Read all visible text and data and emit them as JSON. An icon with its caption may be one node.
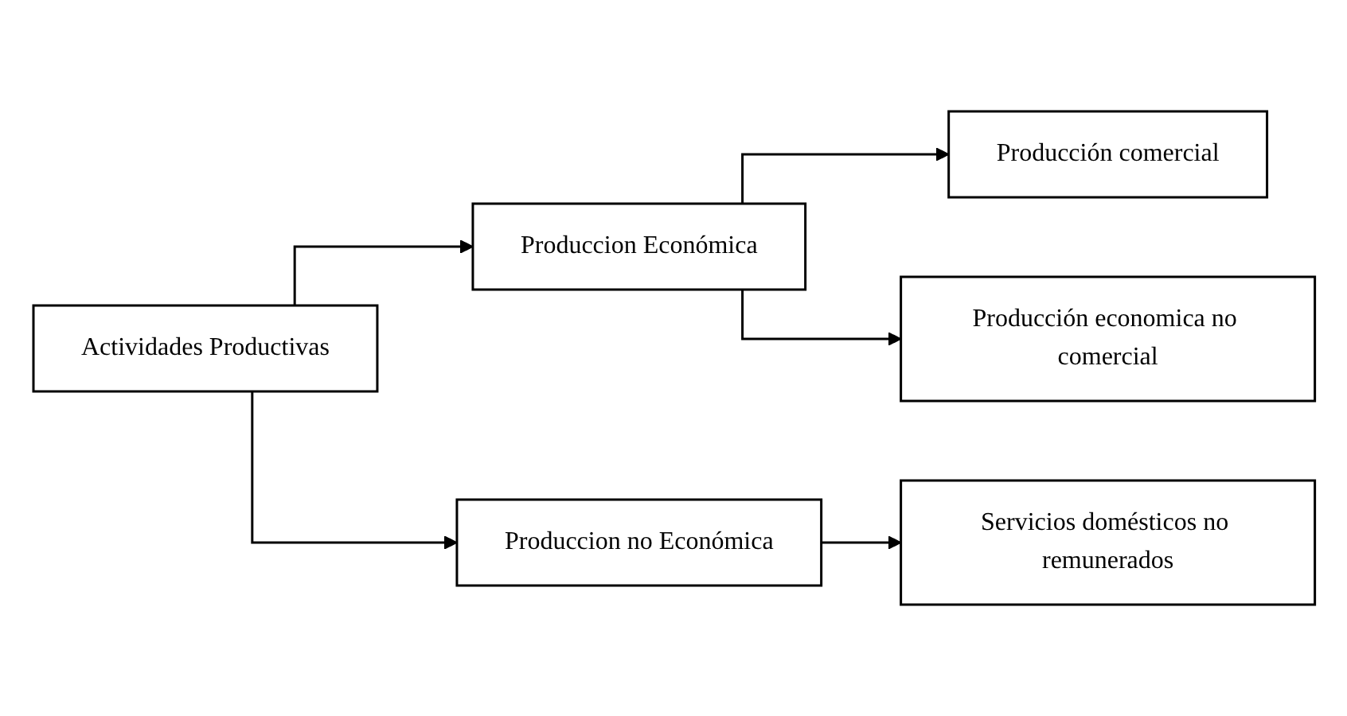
{
  "diagram": {
    "nodes": [
      {
        "text": [
          "Actividades Productivas"
        ]
      },
      {
        "text": [
          "Produccion Económica"
        ]
      },
      {
        "text": [
          "Produccion no Económica"
        ]
      },
      {
        "text": [
          "Producción comercial"
        ]
      },
      {
        "text": [
          "Producción economica no comercial"
        ]
      },
      {
        "text": [
          "Servicios domésticos no remunerados"
        ]
      }
    ],
    "edges": [
      {
        "from": 0,
        "to": 1,
        "arrow": "to"
      },
      {
        "from": 0,
        "to": 2,
        "arrow": "to"
      },
      {
        "from": 1,
        "to": 3,
        "arrow": "to"
      },
      {
        "from": 1,
        "to": 4,
        "arrow": "to"
      },
      {
        "from": 2,
        "to": 5,
        "arrow": "to"
      }
    ]
  }
}
